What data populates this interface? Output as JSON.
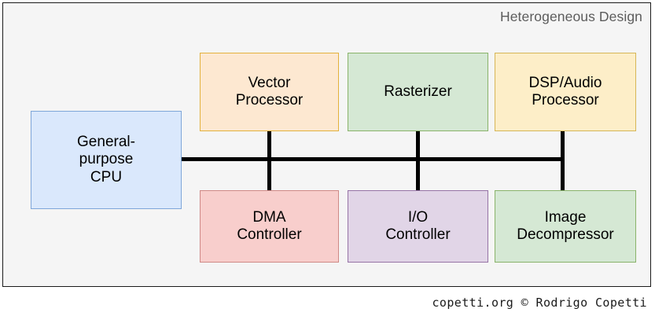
{
  "diagram": {
    "title": "Heterogeneous Design",
    "background_color": "#f5f5f5",
    "frame_border_color": "#1a1a1a",
    "title_color": "#5c5c5c",
    "connector_color": "#000000"
  },
  "nodes": [
    {
      "id": "cpu",
      "label": "General-\npurpose\nCPU",
      "lines": [
        "General-",
        "purpose",
        "CPU"
      ],
      "fill": "#dae8fc",
      "stroke": "#7ea6d9"
    },
    {
      "id": "vector",
      "label": "Vector\nProcessor",
      "lines": [
        "Vector",
        "Processor"
      ],
      "fill": "#fde8d1",
      "stroke": "#e3b13c"
    },
    {
      "id": "rasterizer",
      "label": "Rasterizer",
      "lines": [
        "Rasterizer"
      ],
      "fill": "#d5e8d4",
      "stroke": "#89b36a"
    },
    {
      "id": "dsp",
      "label": "DSP/Audio\nProcessor",
      "lines": [
        "DSP/Audio",
        "Processor"
      ],
      "fill": "#fdeec8",
      "stroke": "#d6b656"
    },
    {
      "id": "dma",
      "label": "DMA\nController",
      "lines": [
        "DMA",
        "Controller"
      ],
      "fill": "#f8cecc",
      "stroke": "#cf8986"
    },
    {
      "id": "io",
      "label": "I/O\nController",
      "lines": [
        "I/O",
        "Controller"
      ],
      "fill": "#e1d5e7",
      "stroke": "#9673a6"
    },
    {
      "id": "imagedecomp",
      "label": "Image\nDecompressor",
      "lines": [
        "Image",
        "Decompressor"
      ],
      "fill": "#d5e8d4",
      "stroke": "#89b36a"
    }
  ],
  "node_labels": {
    "cpu": "General-\npurpose\nCPU",
    "vector": "Vector\nProcessor",
    "rasterizer": "Rasterizer",
    "dsp": "DSP/Audio\nProcessor",
    "dma": "DMA\nController",
    "io": "I/O\nController",
    "imagedecomp": "Image\nDecompressor"
  },
  "connections": [
    {
      "id": "bus-horizontal",
      "from": "cpu",
      "to": "system-bus"
    },
    {
      "id": "bus-vertical-left",
      "from": "vector",
      "to": "dma"
    },
    {
      "id": "bus-vertical-middle",
      "from": "rasterizer",
      "to": "io"
    },
    {
      "id": "bus-vertical-right",
      "from": "dsp",
      "to": "imagedecomp"
    }
  ],
  "footer": {
    "credit": "copetti.org © Rodrigo Copetti"
  }
}
